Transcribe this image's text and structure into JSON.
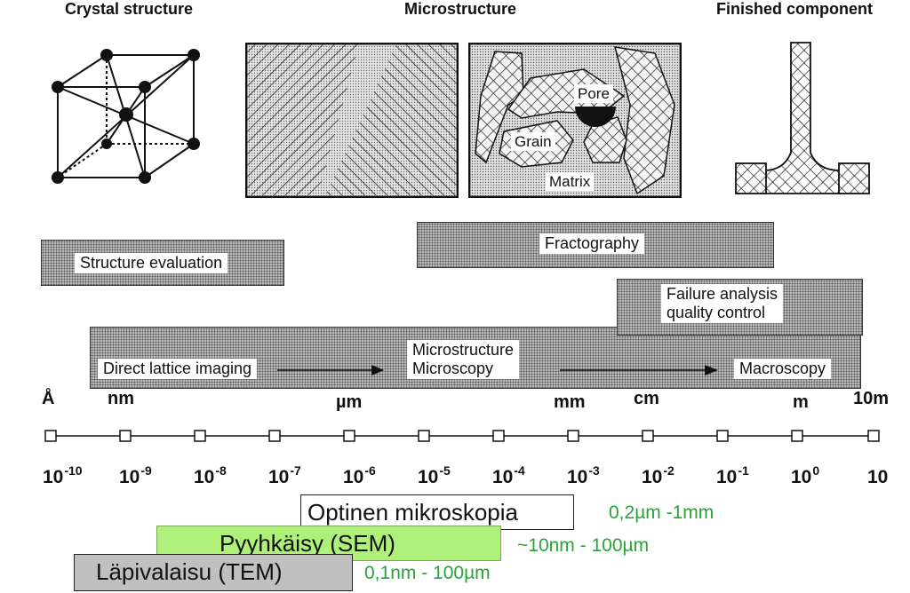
{
  "headers": {
    "crystal": "Crystal structure",
    "micro": "Microstructure",
    "finished": "Finished component"
  },
  "microstructure_labels": {
    "pore": "Pore",
    "grain": "Grain",
    "matrix": "Matrix"
  },
  "bars": {
    "structure_evaluation": "Structure evaluation",
    "fractography": "Fractography",
    "failure_line1": "Failure analysis",
    "failure_line2": "quality control",
    "direct_lattice": "Direct lattice imaging",
    "microscopy_line1": "Microstructure",
    "microscopy_line2": "Microscopy",
    "macroscopy": "Macroscopy"
  },
  "units": [
    "Å",
    "nm",
    "µm",
    "mm",
    "cm",
    "m",
    "10m"
  ],
  "scale_powers": [
    {
      "base": "10",
      "exp": "-10"
    },
    {
      "base": "10",
      "exp": "-9"
    },
    {
      "base": "10",
      "exp": "-8"
    },
    {
      "base": "10",
      "exp": "-7"
    },
    {
      "base": "10",
      "exp": "-6"
    },
    {
      "base": "10",
      "exp": "-5"
    },
    {
      "base": "10",
      "exp": "-4"
    },
    {
      "base": "10",
      "exp": "-3"
    },
    {
      "base": "10",
      "exp": "-2"
    },
    {
      "base": "10",
      "exp": "-1"
    },
    {
      "base": "10",
      "exp": "0"
    },
    {
      "base": "10",
      "exp": ""
    }
  ],
  "methods": [
    {
      "name": "Optinen mikroskopia",
      "range": "0,2µm -1mm",
      "color": "#ffffff"
    },
    {
      "name": "Pyyhkäisy (SEM)",
      "range": "~10nm - 100µm",
      "color": "#aef07a"
    },
    {
      "name": "Läpivalaisu (TEM)",
      "range": "0,1nm - 100µm",
      "color": "#c0c0c0"
    }
  ],
  "colors": {
    "range_text": "#2aa336"
  }
}
